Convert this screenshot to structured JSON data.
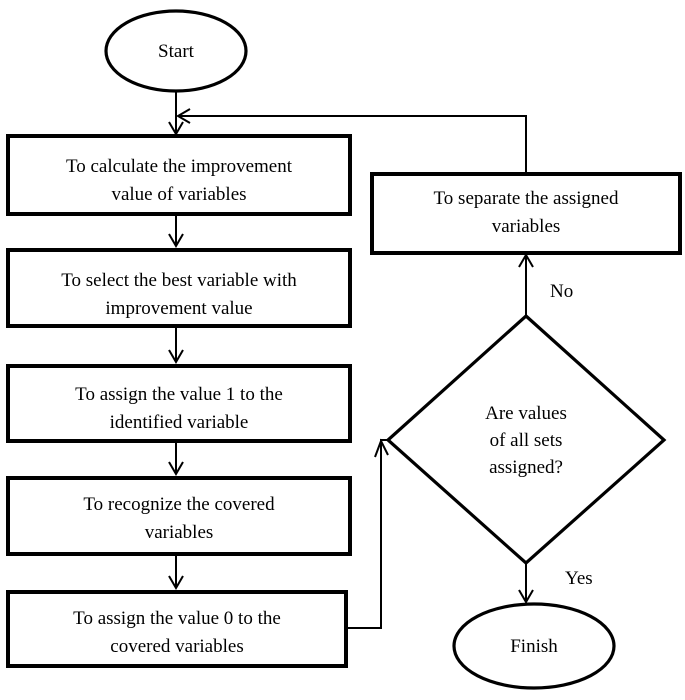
{
  "nodes": {
    "start": {
      "label": "Start"
    },
    "calc_improvement": {
      "line1": "To calculate the improvement",
      "line2": "value of variables"
    },
    "select_best": {
      "line1": "To select the best variable with",
      "line2": "improvement value"
    },
    "assign_one": {
      "line1": "To assign the value 1 to the",
      "line2": "identified variable"
    },
    "recognize_covered": {
      "line1": "To recognize the covered",
      "line2": "variables"
    },
    "assign_zero": {
      "line1": "To assign the value 0 to the",
      "line2": "covered variables"
    },
    "decision": {
      "line1": "Are values",
      "line2": "of all sets",
      "line3": "assigned?"
    },
    "separate": {
      "line1": "To separate the assigned",
      "line2": "variables"
    },
    "finish": {
      "label": "Finish"
    }
  },
  "edges": {
    "no_label": "No",
    "yes_label": "Yes"
  }
}
